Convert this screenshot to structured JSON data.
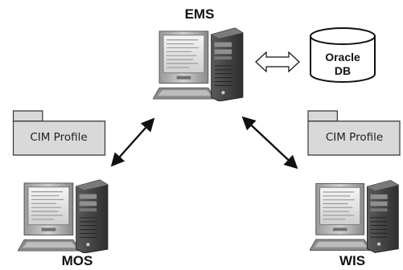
{
  "nodes": {
    "ems": {
      "label": "EMS"
    },
    "mos": {
      "label": "MOS"
    },
    "wis": {
      "label": "WIS"
    }
  },
  "database": {
    "line1": "Oracle",
    "line2": "DB"
  },
  "packages": {
    "left": {
      "label": "CIM Profile"
    },
    "right": {
      "label": "CIM Profile"
    }
  },
  "icons": {
    "computer": "server-computer-icon",
    "database": "database-cylinder-icon",
    "package": "uml-package-icon",
    "link": "double-headed-arrow-icon"
  },
  "colors": {
    "package_fill": "#d9d9d9",
    "computer_dark": "#4a4a4a",
    "computer_light": "#b7b7b7",
    "screen": "#e9e9e9",
    "arrow": "#111111"
  }
}
